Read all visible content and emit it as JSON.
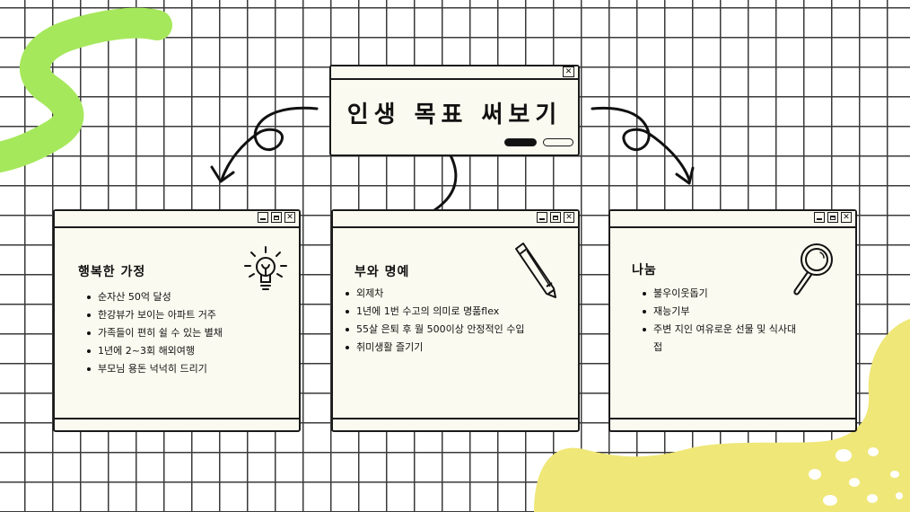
{
  "main_window": {
    "title": "인생 목표 써보기",
    "close_glyph": "✕"
  },
  "cards": [
    {
      "title": "행복한 가정",
      "icon": "lightbulb-icon",
      "items": [
        "순자산 50억 달성",
        "한강뷰가 보이는 아파트 거주",
        "가족들이 편히 쉴 수 있는 별채",
        "1년에 2~3회 해외여행",
        "부모님 용돈 넉넉히 드리기"
      ]
    },
    {
      "title": "부와 명예",
      "icon": "pencil-icon",
      "items": [
        "외제차",
        "1년에 1번 수고의 의미로 명품flex",
        "55살 은퇴 후 월 500이상 안정적인 수입",
        "취미생활 즐기기"
      ]
    },
    {
      "title": "나눔",
      "icon": "magnifier-icon",
      "items": [
        "불우이웃돕기",
        "재능기부",
        "주변 지인 여유로운 선물 및 식사대접"
      ]
    }
  ],
  "colors": {
    "accent_green": "#a6e85c",
    "accent_yellow": "#efe777",
    "window_bg": "#fbfaf0",
    "ink": "#1a1a1a"
  }
}
